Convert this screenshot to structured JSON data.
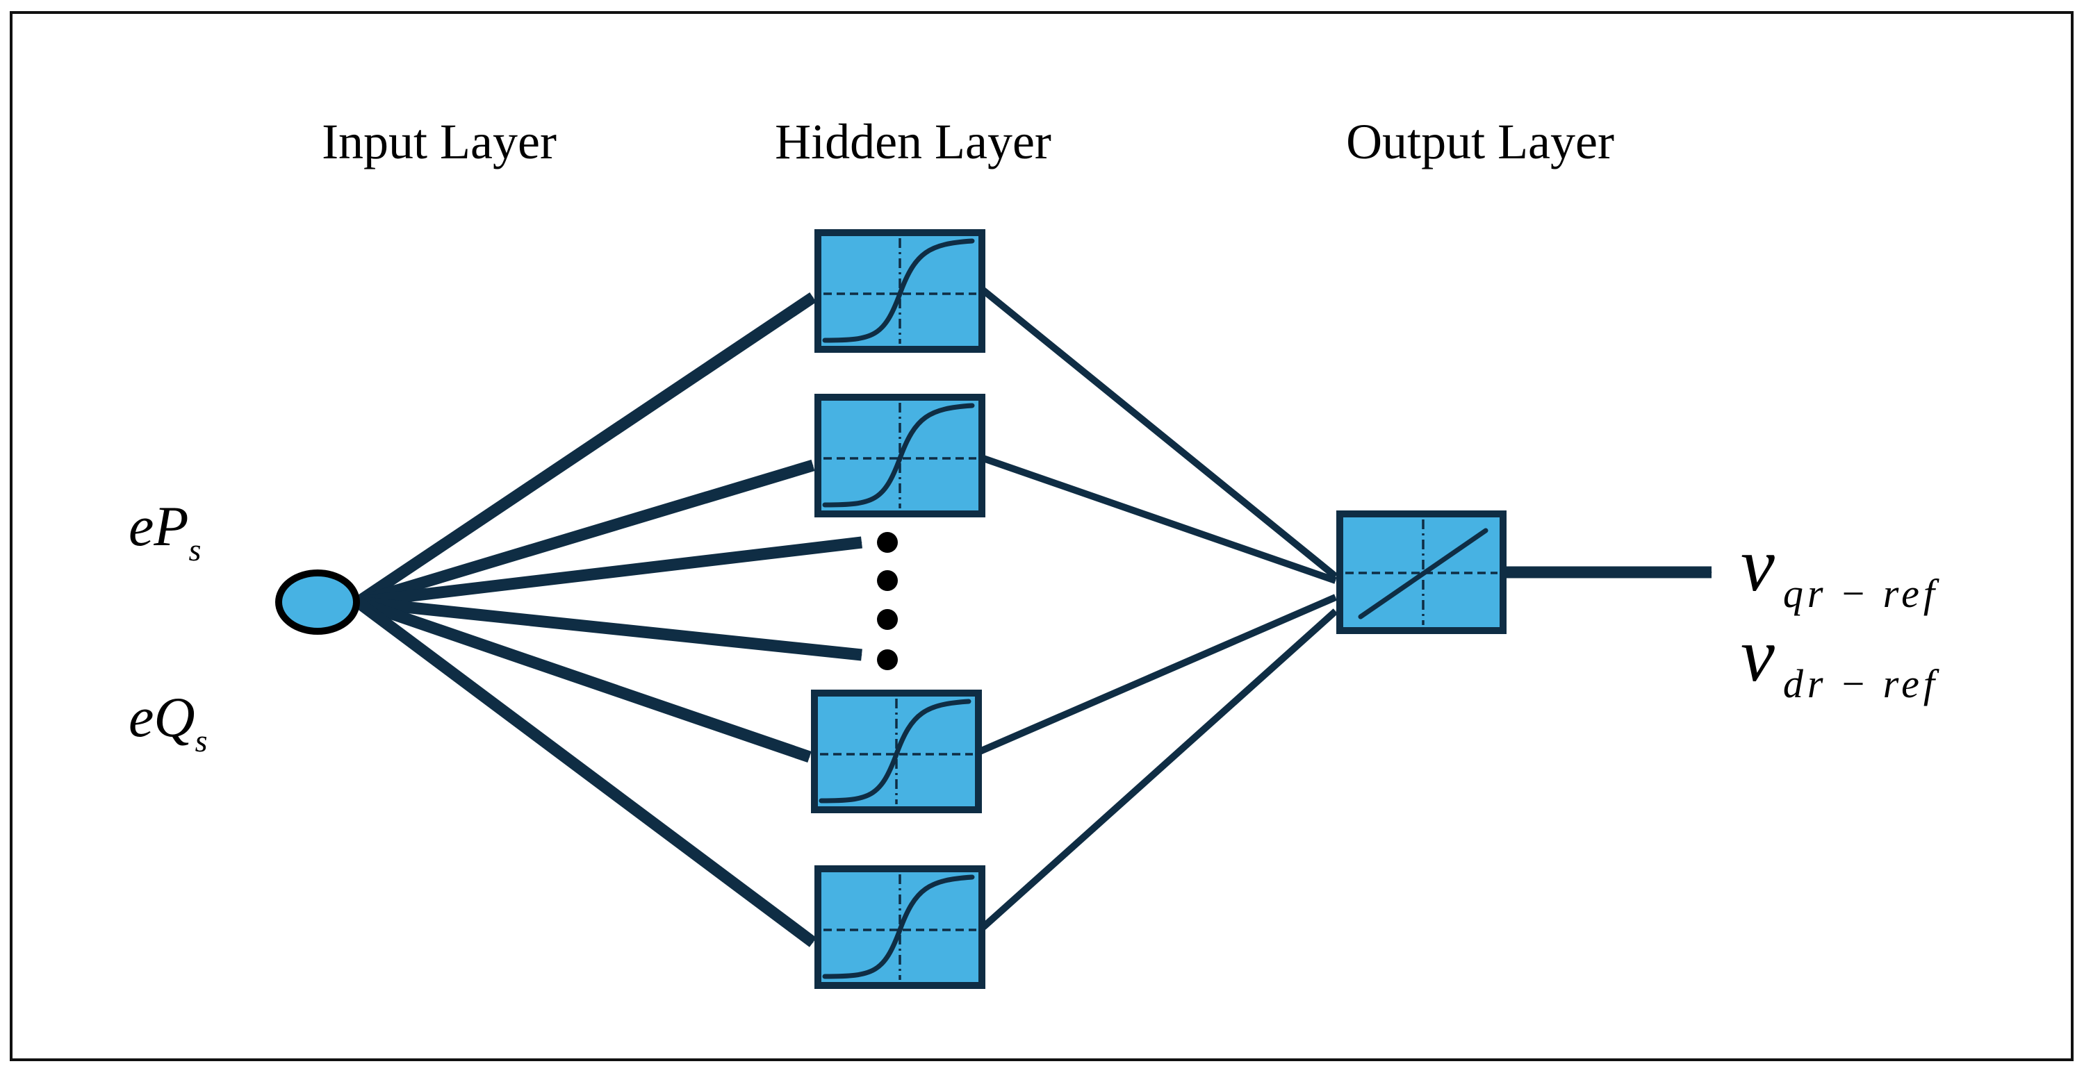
{
  "colors": {
    "node_fill": "#47b2e3",
    "stroke": "#0f2d44",
    "frame": "#111111",
    "background": "#ffffff"
  },
  "labels": {
    "input_layer": "Input Layer",
    "hidden_layer": "Hidden Layer",
    "output_layer": "Output Layer"
  },
  "inputs": [
    {
      "base": "eP",
      "sub": "s"
    },
    {
      "base": "eQ",
      "sub": "s"
    }
  ],
  "outputs": [
    {
      "base": "v",
      "sub": "qr − ref"
    },
    {
      "base": "v",
      "sub": "dr − ref"
    }
  ],
  "hidden_activation_icon": "sigmoid-icon",
  "output_activation_icon": "linear-icon"
}
